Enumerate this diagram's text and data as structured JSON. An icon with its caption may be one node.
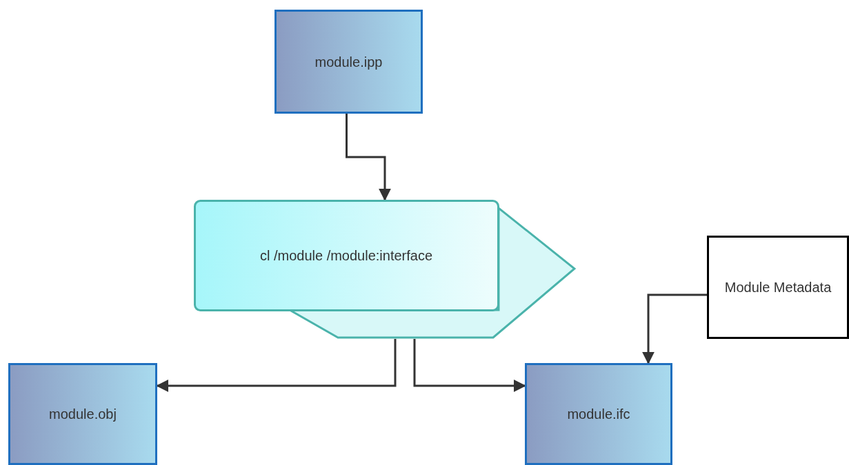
{
  "diagram": {
    "nodes": [
      {
        "text": [
          "module.ipp"
        ]
      },
      {
        "text": [
          "cl /module /module:interface"
        ]
      },
      {
        "text": [
          "Module Metadata"
        ]
      },
      {
        "text": [
          "module.obj"
        ]
      },
      {
        "text": [
          "module.ifc"
        ]
      }
    ],
    "edges": [
      {
        "from": 0,
        "to": 1,
        "arrow": "to"
      },
      {
        "from": 1,
        "to": 3,
        "arrow": "to"
      },
      {
        "from": 1,
        "to": 4,
        "arrow": "to"
      },
      {
        "from": 2,
        "to": 4,
        "arrow": "to"
      }
    ]
  }
}
